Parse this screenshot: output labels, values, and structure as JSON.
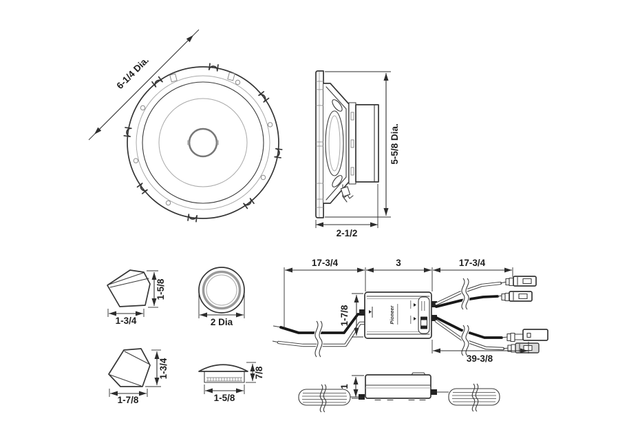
{
  "title": "Component speaker dimensional drawing",
  "colors": {
    "background": "#ffffff",
    "line": "#3a3a3a",
    "wire_black": "#181818",
    "shade_gray": "#d9d9d9"
  },
  "views": {
    "woofer_front": {
      "dia": "6-1/4 Dia."
    },
    "woofer_side": {
      "dia": "5-5/8 Dia.",
      "depth": "2-1/2"
    },
    "tweeter_side": {
      "height": "1-5/8",
      "width": "1-3/4"
    },
    "tweeter_front": {
      "dia": "2 Dia"
    },
    "tweeter_angled": {
      "height": "1-3/4",
      "width": "1-7/8"
    },
    "tweeter_flush": {
      "height": "7/8",
      "width": "1-5/8"
    },
    "crossover_top": {
      "dim_left_wire": "17-3/4",
      "dim_body": "3",
      "dim_right_wire": "17-3/4",
      "dim_height": "1-7/8",
      "dim_right_total": "39-3/8",
      "brand": "Pioneer"
    },
    "crossover_side": {
      "dim_height": "1"
    }
  }
}
